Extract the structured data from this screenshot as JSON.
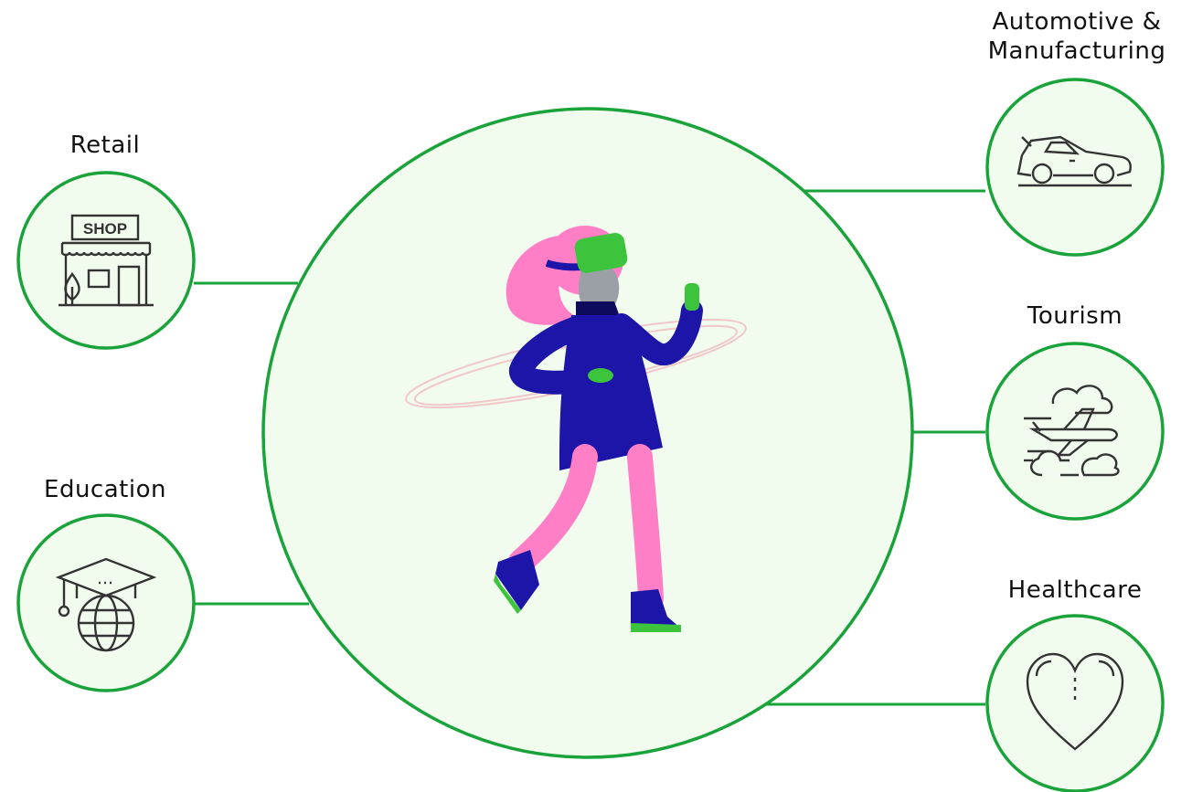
{
  "diagram": {
    "center": {
      "figure": "person-wearing-vr-headset-illustration"
    },
    "nodes": [
      {
        "id": "retail",
        "label_lines": [
          "Retail"
        ],
        "icon": "shop-icon"
      },
      {
        "id": "education",
        "label_lines": [
          "Education"
        ],
        "icon": "graduation-globe-icon"
      },
      {
        "id": "automotive",
        "label_lines": [
          "Automotive &",
          "Manufacturing"
        ],
        "icon": "car-icon"
      },
      {
        "id": "tourism",
        "label_lines": [
          "Tourism"
        ],
        "icon": "airplane-clouds-icon"
      },
      {
        "id": "healthcare",
        "label_lines": [
          "Healthcare"
        ],
        "icon": "heart-icon"
      }
    ]
  },
  "colors": {
    "circle_stroke": "#1aa33a",
    "circle_fill": "#f2fcee",
    "icon_stroke": "#333333",
    "hair": "#ff7fc6",
    "outfit": "#1c15a8",
    "headset": "#3cc43c",
    "skin": "#9aa0a6"
  }
}
